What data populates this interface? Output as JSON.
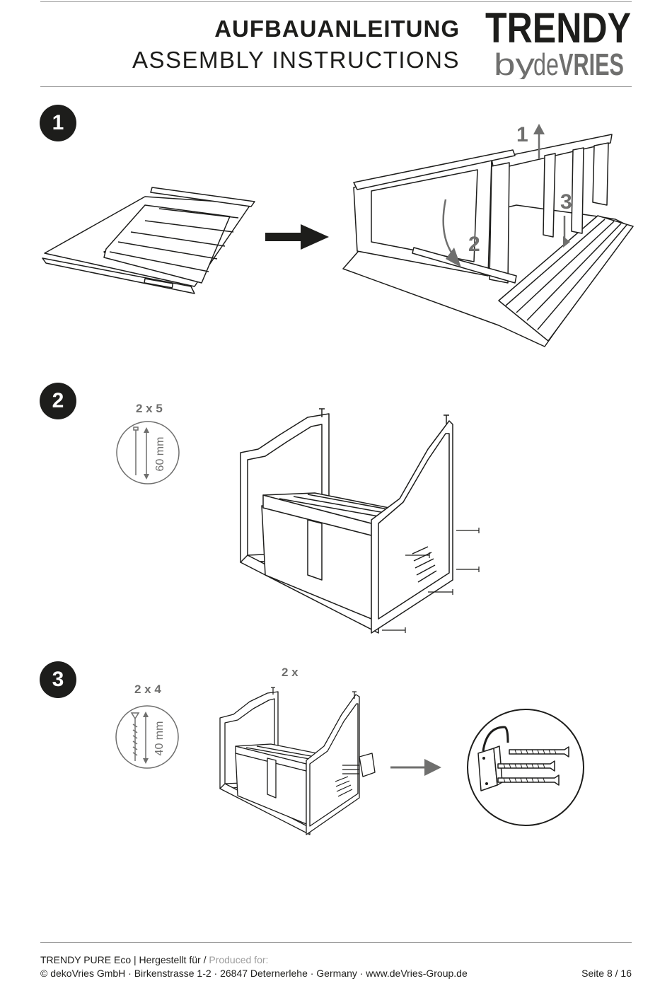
{
  "header": {
    "title_de": "AUFBAUANLEITUNG",
    "title_en": "ASSEMBLY INSTRUCTIONS",
    "logo_line1": "TRENDY",
    "logo_by": "by",
    "logo_de": "de",
    "logo_vries": "VRIES"
  },
  "steps": [
    {
      "number": "1",
      "labels": [
        "1",
        "2",
        "3"
      ]
    },
    {
      "number": "2",
      "quantity": "2 x 5",
      "screw_length": "60 mm"
    },
    {
      "number": "3",
      "quantity": "2 x 4",
      "screw_length": "40 mm",
      "repeat": "2 x"
    }
  ],
  "footer": {
    "product": "TRENDY PURE Eco",
    "separator": "|",
    "made_for": "Hergestellt für /",
    "produced_for": "Produced for:",
    "address": "© dekoVries GmbH · Birkenstrasse 1-2 · 26847 Deternerlehe · Germany · www.deVries-Group.de",
    "page": "Seite 8 / 16"
  },
  "colors": {
    "ink": "#1d1d1b",
    "grey": "#6f6f6e",
    "rule": "#9d9d9d"
  }
}
